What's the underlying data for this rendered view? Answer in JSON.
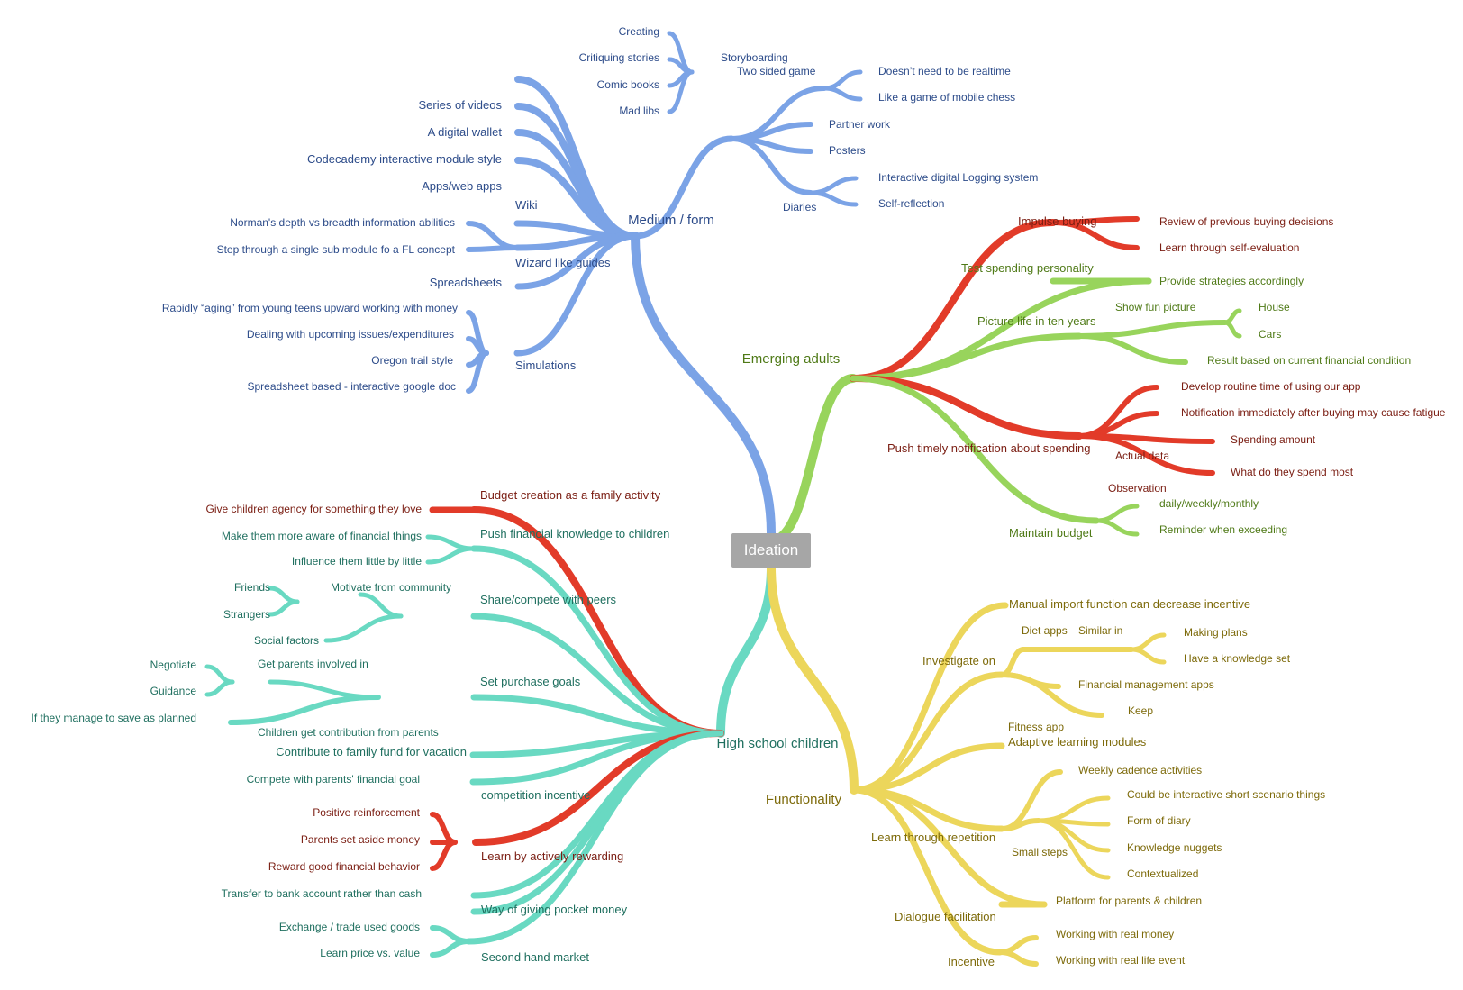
{
  "root": "Ideation",
  "colors": {
    "blue": "#7ba3e6",
    "green": "#98d45c",
    "red": "#e23b29",
    "teal": "#69d9c2",
    "yellow": "#ecd65b",
    "root": "#a6a6a6"
  },
  "label_colors": {
    "blue": "#2d4c8a",
    "green": "#4f7a17",
    "red": "#7a1d12",
    "teal": "#1f6f5f",
    "yellow": "#7d6a0a"
  },
  "branches": {
    "medium_form": {
      "label": "Medium / form",
      "children": {
        "series_of_videos": "Series of videos",
        "digital_wallet": "A digital wallet",
        "codecademy": "Codecademy interactive module style",
        "apps_web_apps": "Apps/web apps",
        "wiki": "Wiki",
        "norman": "Norman's depth vs breadth information abilities",
        "step_through": "Step through a single sub module fo a FL concept",
        "wizard_like_guides": "Wizard like guides",
        "spreadsheets": "Spreadsheets",
        "simulations": "Simulations",
        "aging": "Rapidly “aging” from young teens upward working with money",
        "upcoming_issues": "Dealing with upcoming issues/expenditures",
        "oregon_trail": "Oregon trail style",
        "spreadsheet_based": "Spreadsheet based - interactive google doc",
        "storyboarding": "Storyboarding",
        "creating": "Creating",
        "critiquing": "Critiquing stories",
        "comic_books": "Comic books",
        "mad_libs": "Mad libs",
        "two_sided_game": "Two sided game",
        "not_realtime": "Doesn’t need to be realtime",
        "mobile_chess": "Like a game of mobile chess",
        "partner_work": "Partner work",
        "posters": "Posters",
        "diaries": "Diaries",
        "logging_system": "Interactive digital Logging system",
        "self_reflection": "Self-reflection"
      }
    },
    "emerging_adults": {
      "label": "Emerging adults",
      "children": {
        "impulse_buying": "Impulse buying",
        "review_decisions": "Review of previous buying decisions",
        "self_evaluation": "Learn through self-evaluation",
        "test_spending": "Test spending personality",
        "provide_strategies": "Provide strategies accordingly",
        "picture_life": "Picture life in ten years",
        "show_fun_picture": "Show fun picture",
        "house": "House",
        "cars": "Cars",
        "result_based": "Result based on current financial condition",
        "push_notification": "Push timely notification about spending",
        "develop_routine": "Develop routine time of using our app",
        "notification_fatigue": "Notification immediately after buying may cause fatigue",
        "spending_amount": "Spending amount",
        "actual_data": "Actual data",
        "spend_most": "What do they spend most",
        "observation": "Observation",
        "maintain_budget": "Maintain budget",
        "daily_weekly": "daily/weekly/monthly",
        "reminder": "Reminder when exceeding"
      }
    },
    "high_school": {
      "label": "High school children",
      "children": {
        "budget_family": "Budget creation as a family activity",
        "give_agency": "Give children agency for something they love",
        "push_knowledge": "Push financial knowledge to children",
        "more_aware": "Make them more aware of financial things",
        "influence": "Influence them little by little",
        "share_compete": "Share/compete with peers",
        "motivate_community": "Motivate from community",
        "friends": "Friends",
        "strangers": "Strangers",
        "social_factors": "Social factors",
        "set_goals": "Set purchase goals",
        "get_parents": "Get parents involved in",
        "negotiate": "Negotiate",
        "guidance": "Guidance",
        "save_planned": "If they manage to save as planned",
        "contribution": "Children get contribution from parents",
        "family_fund": "Contribute to family fund for vacation",
        "compete_parents": "Compete with parents' financial goal",
        "competition_incentive": "competition incentive",
        "positive_reinforcement": "Positive reinforcement",
        "set_aside": "Parents set aside money",
        "reward_behavior": "Reward good financial behavior",
        "actively_rewarding": "Learn by actively rewarding",
        "transfer_bank": "Transfer to bank account rather than cash",
        "pocket_money": "Way of giving pocket money",
        "exchange_goods": "Exchange / trade used goods",
        "price_value": "Learn price vs. value",
        "second_hand": "Second hand market"
      }
    },
    "functionality": {
      "label": "Functionality",
      "children": {
        "manual_import": "Manual import function can decrease incentive",
        "diet_apps": "Diet apps",
        "similar_in": "Similar in",
        "making_plans": "Making plans",
        "knowledge_set": "Have a knowledge set",
        "investigate_on": "Investigate on",
        "financial_apps": "Financial management apps",
        "keep": "Keep",
        "fitness_app": "Fitness app",
        "adaptive_modules": "Adaptive learning modules",
        "weekly_cadence": "Weekly cadence activities",
        "scenario_things": "Could be interactive short scenario things",
        "form_of_diary": "Form of diary",
        "knowledge_nuggets": "Knowledge nuggets",
        "contextualized": "Contextualized",
        "small_steps": "Small steps",
        "learn_repetition": "Learn through repetition",
        "platform_parents": "Platform for parents & children",
        "dialogue_facilitation": "Dialogue facilitation",
        "real_money": "Working with real money",
        "real_life_event": "Working with real life event",
        "incentive": "Incentive"
      }
    }
  }
}
